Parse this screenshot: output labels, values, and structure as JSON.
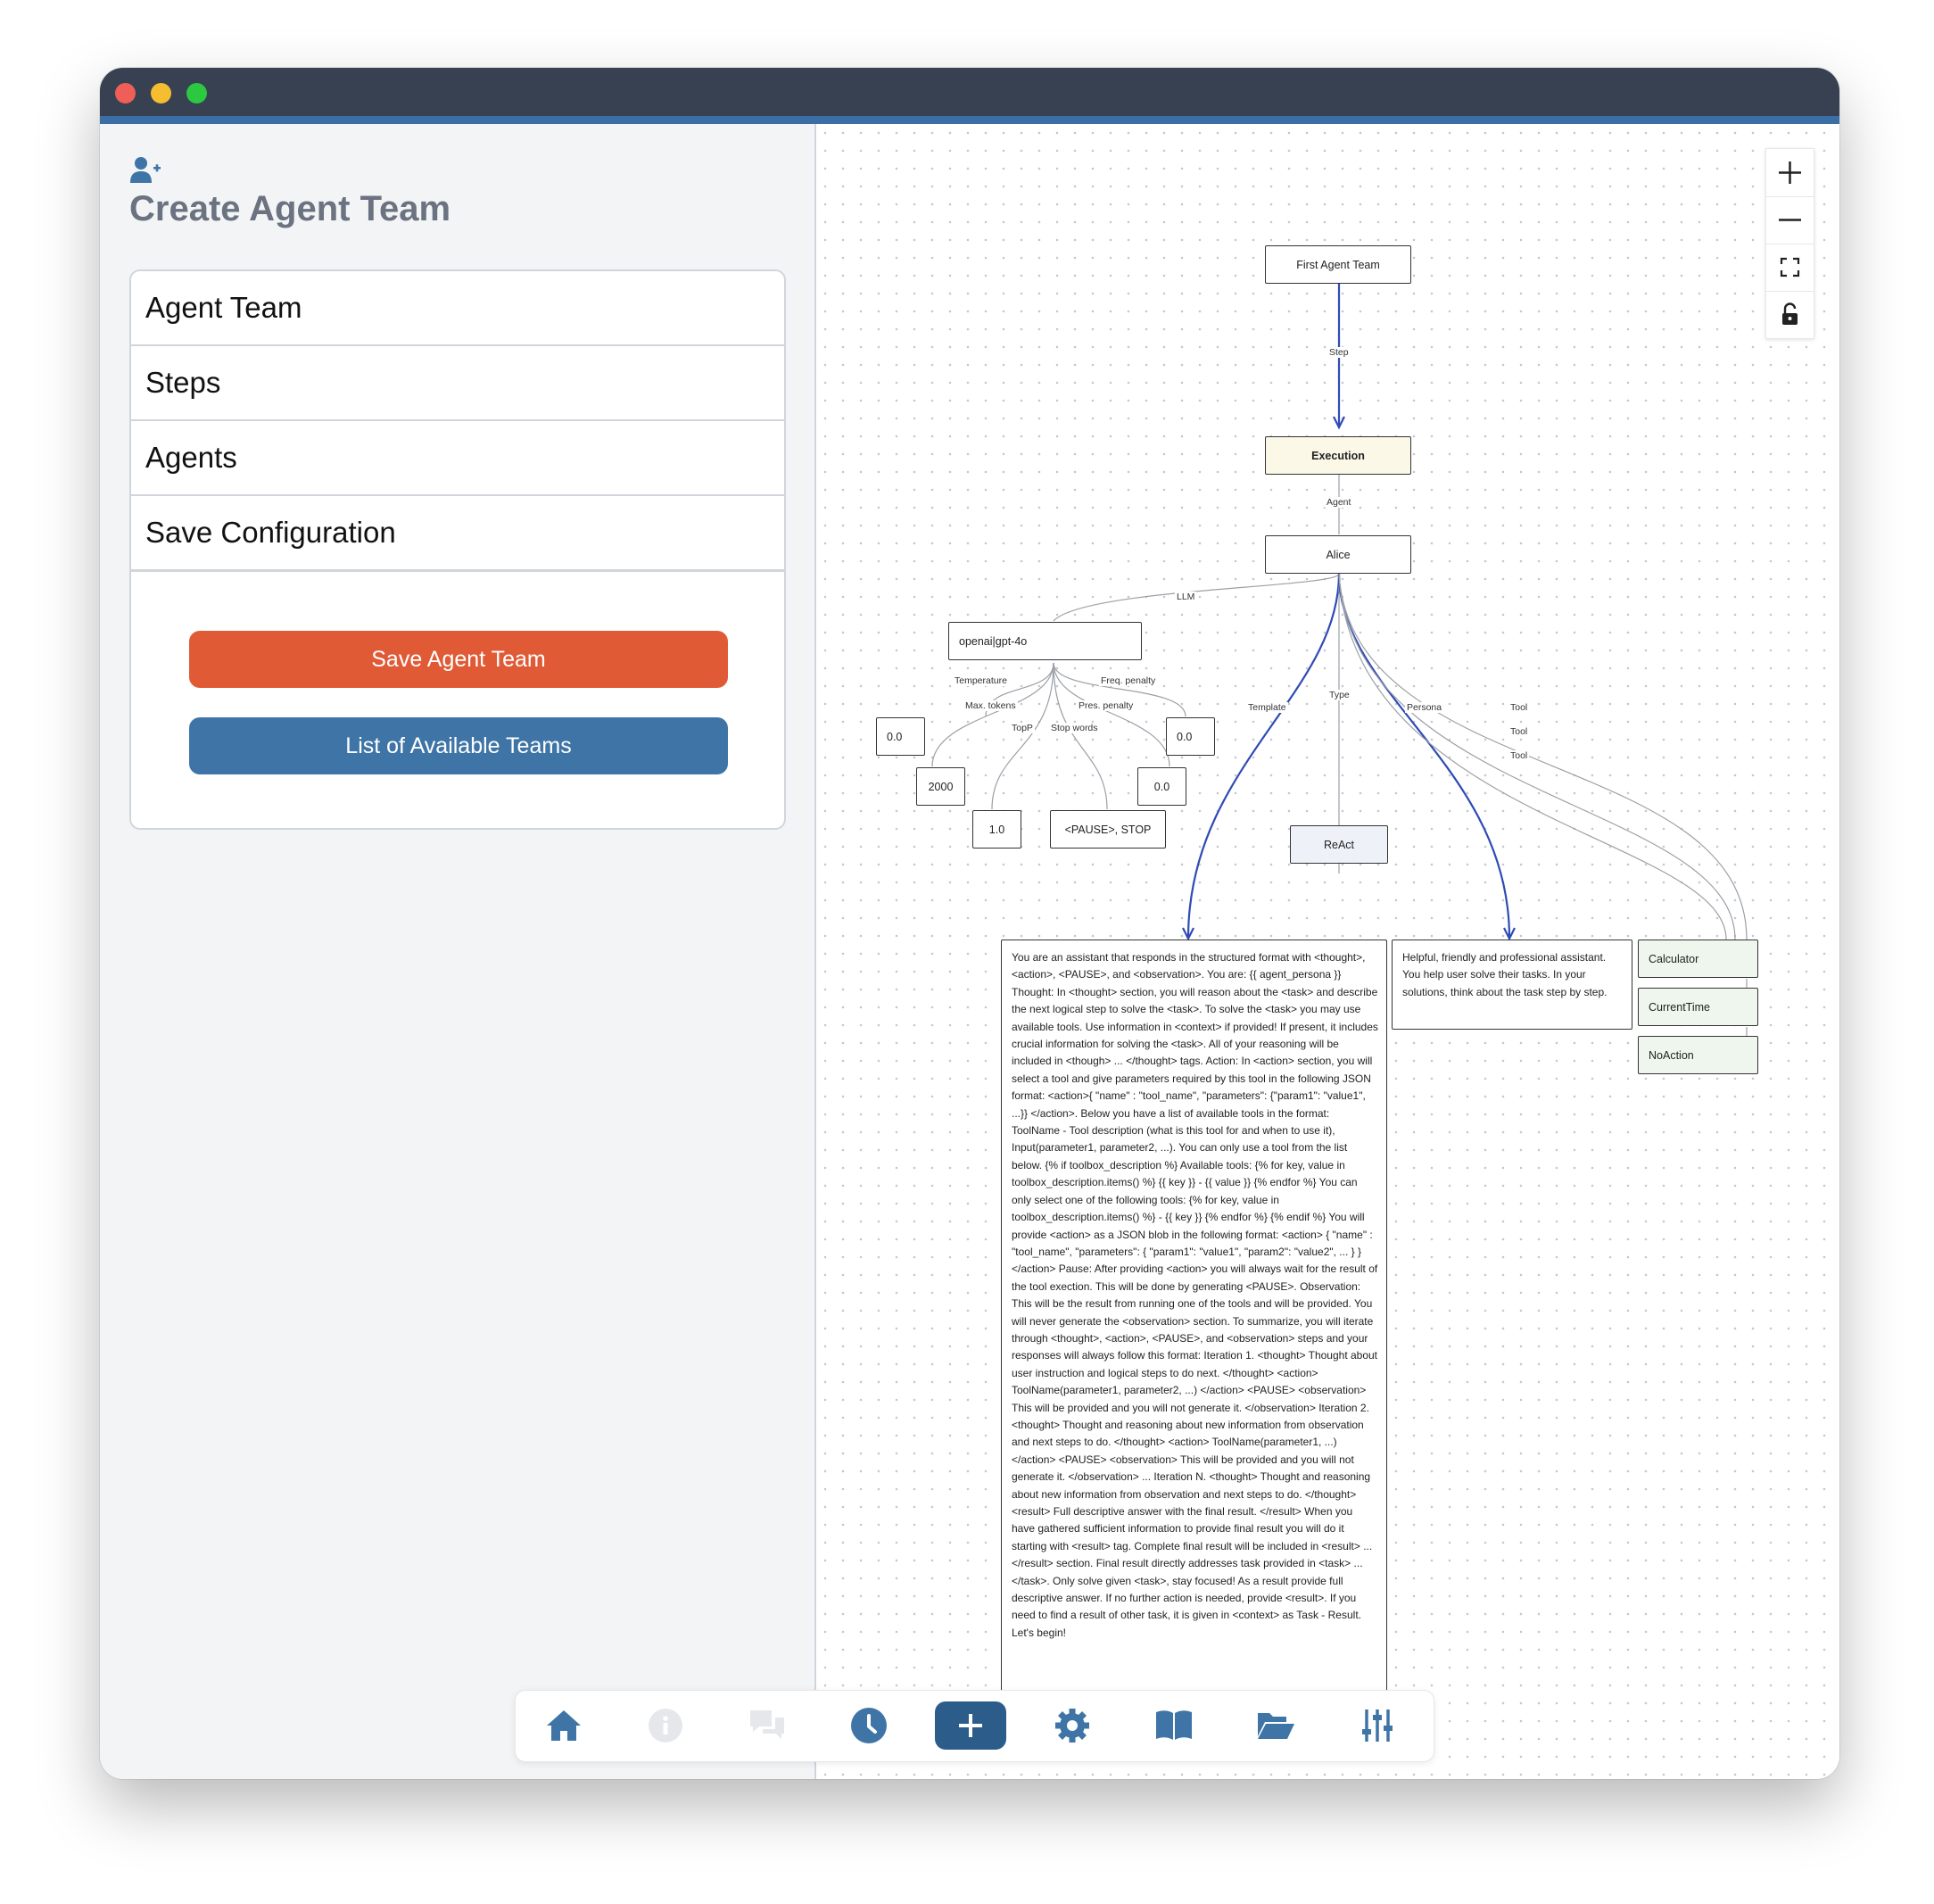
{
  "window": {
    "controls": [
      "close",
      "minimize",
      "maximize"
    ],
    "colors": {
      "close": "#ef5f57",
      "minimize": "#f5bd2f",
      "maximize": "#2bc840",
      "titlebar": "#374151",
      "accent_line": "#3a6ea5"
    }
  },
  "sidebar": {
    "icon": "user-plus-icon",
    "title": "Create Agent Team",
    "accordion": [
      {
        "label": "Agent Team"
      },
      {
        "label": "Steps"
      },
      {
        "label": "Agents"
      },
      {
        "label": "Save Configuration"
      }
    ],
    "save_button": {
      "label": "Save Agent Team",
      "color": "#e05a36"
    },
    "list_button": {
      "label": "List of Available Teams",
      "color": "#3e75a6"
    }
  },
  "canvas_controls": [
    "zoom-in-icon",
    "zoom-out-icon",
    "fit-view-icon",
    "lock-icon"
  ],
  "graph": {
    "nodes": {
      "team": "First Agent Team",
      "execution": "Execution",
      "agent": "Alice",
      "llm": "openai|gpt-4o",
      "temperature": "0.0",
      "max_tokens": "2000",
      "top_p": "1.0",
      "stop_words": "<PAUSE>, STOP",
      "pres_penalty": "0.0",
      "freq_penalty": "0.0",
      "type": "ReAct",
      "template": "You are an assistant that responds in the structured format with <thought>, <action>, <PAUSE>, and <observation>. You are: {{ agent_persona }} Thought: In <thought> section, you will reason about the <task> and describe the next logical step to solve the <task>. To solve the <task> you may use available tools. Use information in <context> if provided! If present, it includes crucial information for solving the <task>. All of your reasoning will be included in <though> ... </thought> tags. Action: In <action> section, you will select a tool and give parameters required by this tool in the following JSON format: <action>{ \"name\" : \"tool_name\", \"parameters\": {\"param1\": \"value1\", ...}} </action>. Below you have a list of available tools in the format: ToolName - Tool description (what is this tool for and when to use it), Input(parameter1, parameter2, ...). You can only use a tool from the list below. {% if toolbox_description %} Available tools: {% for key, value in toolbox_description.items() %} {{ key }} - {{ value }} {% endfor %} You can only select one of the following tools: {% for key, value in toolbox_description.items() %} - {{ key }} {% endfor %} {% endif %} You will provide <action> as a JSON blob in the following format: <action> { \"name\" : \"tool_name\", \"parameters\": { \"param1\": \"value1\", \"param2\": \"value2\", ... } } </action> Pause: After providing <action> you will always wait for the result of the tool exection. This will be done by generating <PAUSE>. Observation: This will be the result from running one of the tools and will be provided. You will never generate the <observation> section. To summarize, you will iterate through <thought>, <action>, <PAUSE>, and <observation> steps and your responses will always follow this format: Iteration 1. <thought> Thought about user instruction and logical steps to do next. </thought> <action> ToolName(parameter1, parameter2, ...) </action> <PAUSE> <observation> This will be provided and you will not generate it. </observation> Iteration 2. <thought> Thought and reasoning about new information from observation and next steps to do. </thought> <action> ToolName(parameter1, ...) </action> <PAUSE> <observation> This will be provided and you will not generate it. </observation> ... Iteration N. <thought> Thought and reasoning about new information from observation and next steps to do. </thought> <result> Full descriptive answer with the final result. </result> When you have gathered sufficient information to provide final result you will do it starting with <result> tag. Complete final result will be included in <result> ... </result> section. Final result directly addresses task provided in <task> ... </task>. Only solve given <task>, stay focused! As a result provide full descriptive answer. If no further action is needed, provide <result>. If you need to find a result of other task, it is given in <context> as Task - Result. Let's begin!",
      "persona": "Helpful, friendly and professional assistant. You help user solve their tasks. In your solutions, think about the task step by step.",
      "tools": [
        "Calculator",
        "CurrentTime",
        "NoAction"
      ]
    },
    "edge_labels": {
      "step": "Step",
      "agent": "Agent",
      "llm": "LLM",
      "temperature": "Temperature",
      "max_tokens": "Max. tokens",
      "top_p": "TopP",
      "stop_words": "Stop words",
      "pres_penalty": "Pres. penalty",
      "freq_penalty": "Freq. penalty",
      "template": "Template",
      "type": "Type",
      "persona": "Persona",
      "tool1": "Tool",
      "tool2": "Tool",
      "tool3": "Tool"
    }
  },
  "bottom_nav": [
    {
      "icon": "home-icon",
      "state": "enabled"
    },
    {
      "icon": "info-icon",
      "state": "disabled"
    },
    {
      "icon": "chat-icon",
      "state": "disabled"
    },
    {
      "icon": "history-icon",
      "state": "enabled"
    },
    {
      "icon": "plus-icon",
      "state": "active"
    },
    {
      "icon": "gear-icon",
      "state": "enabled"
    },
    {
      "icon": "book-icon",
      "state": "enabled"
    },
    {
      "icon": "folder-icon",
      "state": "enabled"
    },
    {
      "icon": "sliders-icon",
      "state": "enabled"
    }
  ]
}
